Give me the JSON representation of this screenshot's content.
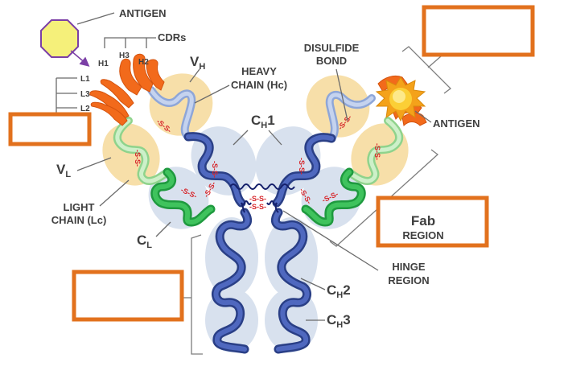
{
  "labels": {
    "antigen_top": "ANTIGEN",
    "cdrs": "CDRs",
    "h1": "H1",
    "h2": "H2",
    "h3": "H3",
    "l1": "L1",
    "l2": "L2",
    "l3": "L3",
    "vh_main": "V",
    "vh_sub": "H",
    "heavy_chain_line1": "HEAVY",
    "heavy_chain_line2": "CHAIN (Hc)",
    "ch1_main": "C",
    "ch1_sub": "H",
    "ch1_num": "1",
    "disulfide_line1": "DISULFIDE",
    "disulfide_line2": "BOND",
    "antigen_right": "ANTIGEN",
    "vl_main": "V",
    "vl_sub": "L",
    "light_chain_line1": "LIGHT",
    "light_chain_line2": "CHAIN (Lc)",
    "cl_main": "C",
    "cl_sub": "L",
    "fab_line1": "Fab",
    "fab_line2": "REGION",
    "hinge_line1": "HINGE",
    "hinge_line2": "REGION",
    "ch2_main": "C",
    "ch2_sub": "H",
    "ch2_num": "2",
    "ch3_main": "C",
    "ch3_sub": "H",
    "ch3_num": "3",
    "disulfide_mark": "-S-S-"
  },
  "colors": {
    "answer_box": "#e2711d",
    "heavy_constant": "#2a3f86",
    "heavy_variable": "#8ea6d8",
    "light_constant": "#1f9a3f",
    "light_variable": "#8fd38c",
    "antigen_octagon": "#f5f07a",
    "antigen_star": "#f4a21a",
    "cdr_tips": "#f26a1b",
    "disulfide": "#d7262b"
  },
  "icons": [
    "antigen-octagon-icon",
    "antigen-star-icon",
    "cdr-finger-icon"
  ]
}
